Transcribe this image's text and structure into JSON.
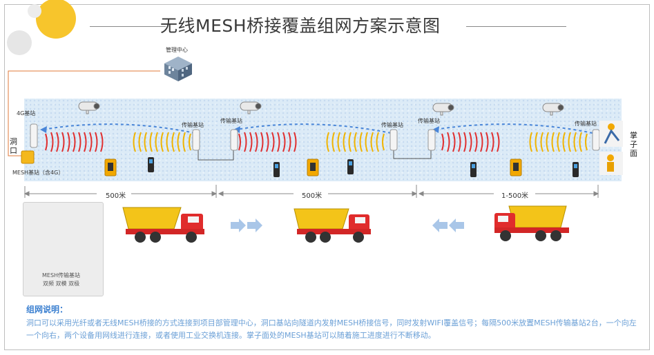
{
  "title": "无线MESH桥接覆盖组网方案示意图",
  "management_center": "管理中心",
  "tunnel_entrance": "洞\n口",
  "face": "掌\n子\n面",
  "stations": {
    "entry_4g": "4G基站",
    "entry_mesh": "MESH基站（含4G）",
    "relay": "传输基站"
  },
  "distances": [
    "500米",
    "500米",
    "1-500米"
  ],
  "device_card": {
    "name": "MESH传输基站",
    "features": "双频 双模 双极"
  },
  "description": {
    "title": "组网说明：",
    "text": "洞口可以采用光纤或者无线MESH桥接的方式连接到项目部管理中心，洞口基站向隧道内发射MESH桥接信号，同时发射WIFI覆盖信号；每隔500米放置MESH传输基站2台，一个向左一个向右，两个设备用网线进行连接，或者使用工业交换机连接。掌子面处的MESH基站可以随着施工进度进行不断移动。"
  },
  "colors": {
    "title_text": "#3a3a3a",
    "link_line": "#e07a3a",
    "signal_red": "#e03030",
    "signal_yellow": "#f0b400",
    "arrow_blue": "#4a86d8",
    "description_text": "#6a9fd6"
  }
}
